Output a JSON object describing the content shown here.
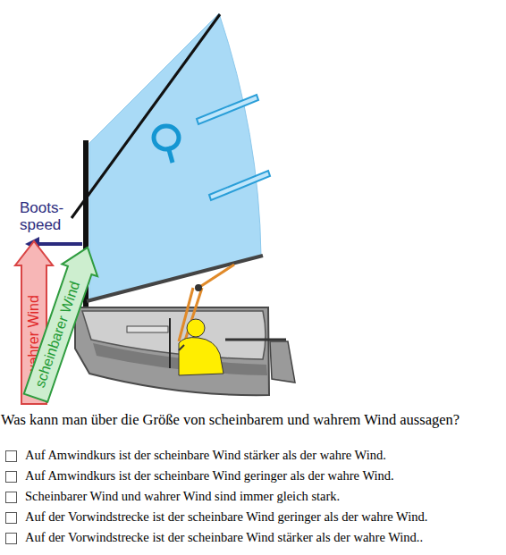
{
  "diagram": {
    "nodes": [
      {
        "text": [
          "wahrer Wind"
        ]
      },
      {
        "text": [
          "scheinbarer Wind"
        ]
      }
    ],
    "labels": [
      "Boots- speed",
      "Was kann man über die Größe von scheinbarem und wahrem Wind aussagen?",
      "Auf Amwindkurs ist der scheinbare Wind stärker als der wahre Wind.",
      "Auf Amwindkurs ist der scheinbare Wind geringer als der wahre Wind.",
      "Scheinbarer Wind und wahrer Wind sind immer gleich stark.",
      "Auf der Vorwindstrecke ist der scheinbare Wind geringer als der wahre Wind.",
      "Auf der Vorwindstrecke ist der scheinbare Wind stärker als der wahre Wind.."
    ]
  }
}
